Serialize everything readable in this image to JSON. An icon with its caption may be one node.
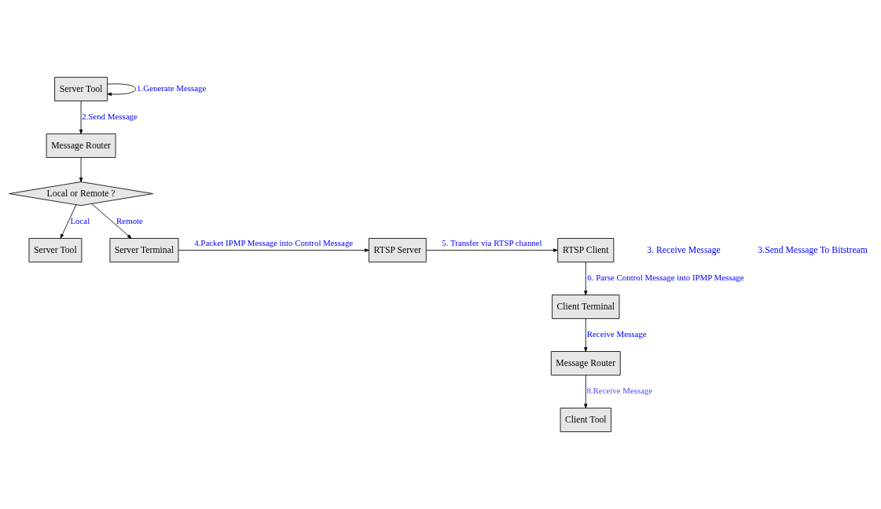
{
  "diagram": {
    "nodes": [
      {
        "text": [
          "Server Tool"
        ]
      },
      {
        "text": [
          "Message Router"
        ]
      },
      {
        "text": [
          "Local or Remote ?"
        ]
      },
      {
        "text": [
          "Server Tool"
        ]
      },
      {
        "text": [
          "Server Terminal"
        ]
      },
      {
        "text": [
          "RTSP Server"
        ]
      },
      {
        "text": [
          "RTSP Client"
        ]
      },
      {
        "text": [
          "Client Terminal"
        ]
      },
      {
        "text": [
          "Message Router"
        ]
      },
      {
        "text": [
          "Client Tool"
        ]
      }
    ],
    "edges": [
      {
        "from": 0,
        "to": 0,
        "arrow": "to",
        "label": "1.Generate Message"
      },
      {
        "from": 0,
        "to": 1,
        "arrow": "to",
        "label": "2.Send Message"
      },
      {
        "from": 1,
        "to": 2,
        "arrow": "to"
      },
      {
        "from": 2,
        "to": 3,
        "arrow": "to",
        "label": "Local"
      },
      {
        "from": 2,
        "to": 4,
        "arrow": "to",
        "label": "Remote"
      },
      {
        "from": 4,
        "to": 5,
        "arrow": "to",
        "label": "4.Packet IPMP Message into Control Message"
      },
      {
        "from": 5,
        "to": 6,
        "arrow": "to",
        "label": "5. Transfer via RTSP channel"
      },
      {
        "from": 6,
        "to": 7,
        "arrow": "to",
        "label": "6. Parse Control Message into IPMP Message"
      },
      {
        "from": 7,
        "to": 8,
        "arrow": "to",
        "label": "Receive Message"
      },
      {
        "from": 8,
        "to": 9,
        "arrow": "to",
        "label": "8.Receive Message"
      }
    ],
    "labels": [
      "3. Receive Message",
      "3.Send Message To Bitstream"
    ]
  }
}
